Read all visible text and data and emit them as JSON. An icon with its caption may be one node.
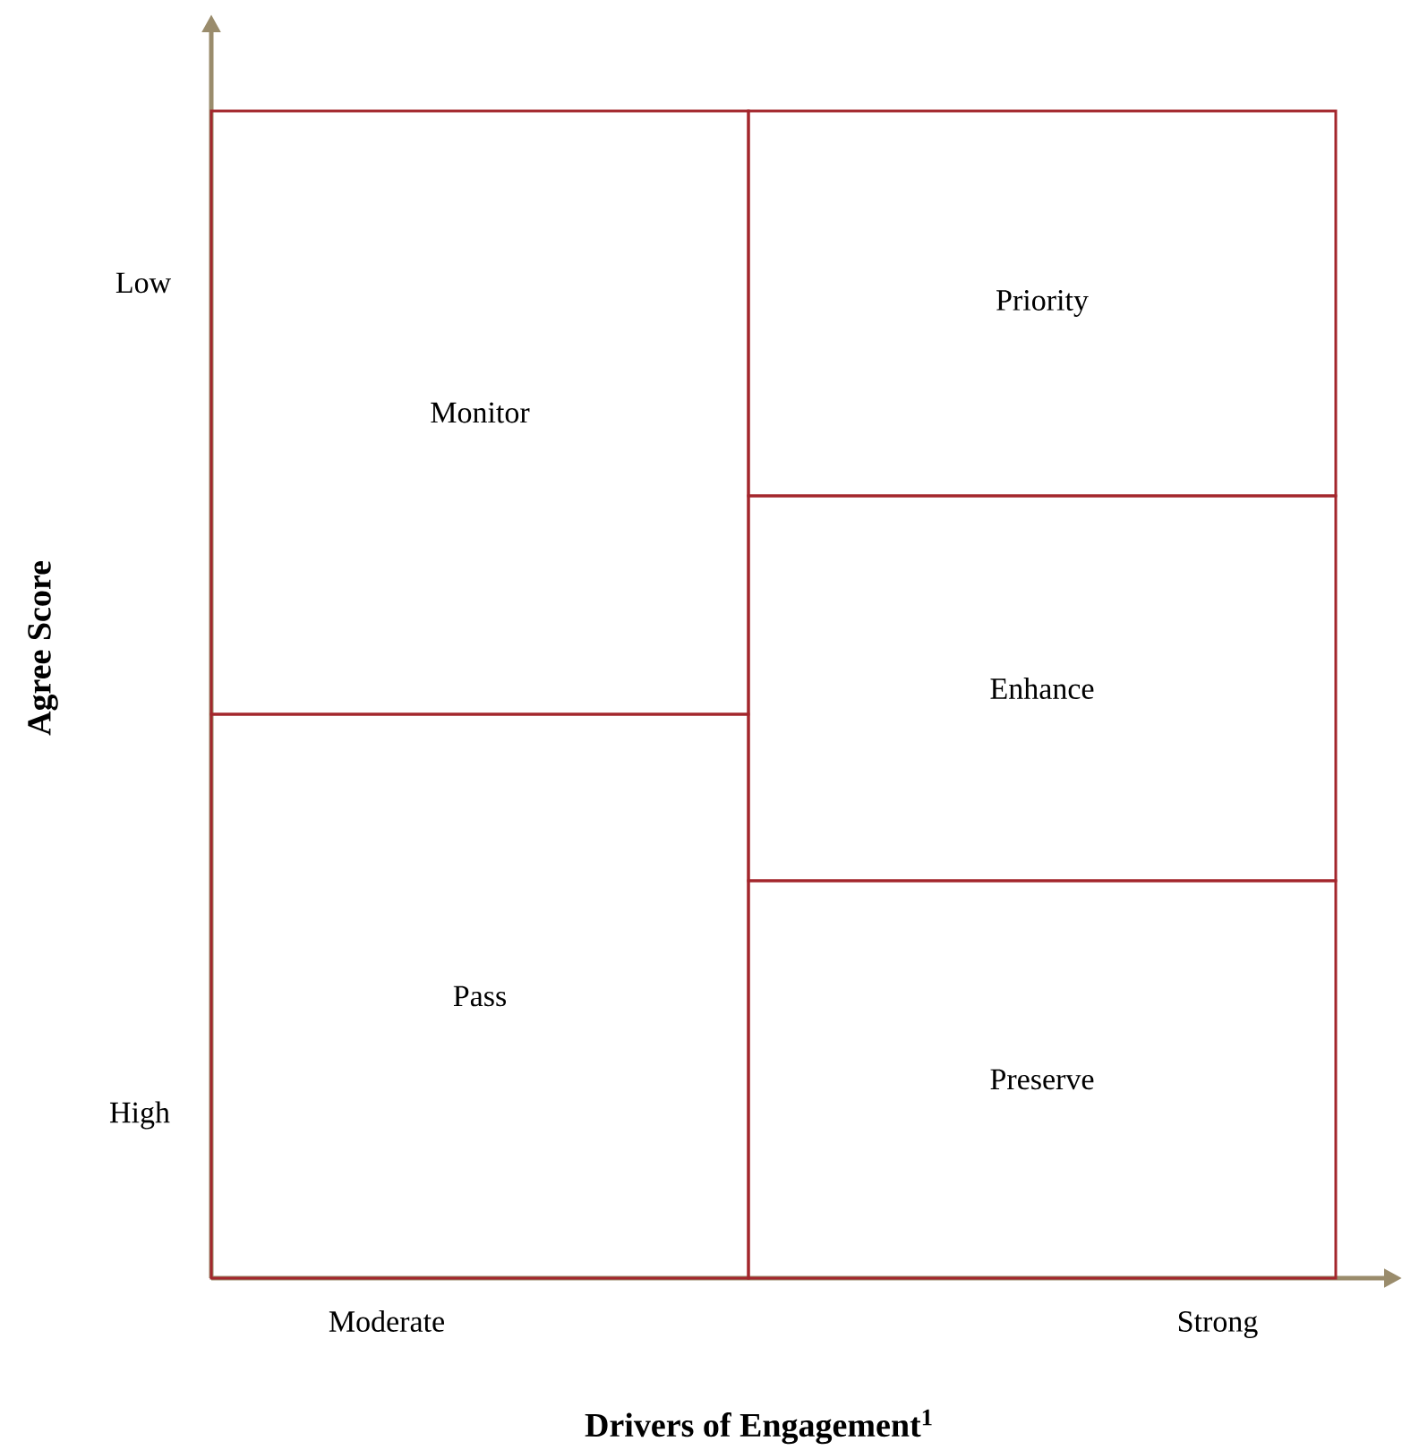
{
  "diagram": {
    "nodes": [
      {
        "text": [
          "Monitor"
        ]
      },
      {
        "text": [
          "Pass"
        ]
      },
      {
        "text": [
          "Priority"
        ]
      },
      {
        "text": [
          "Enhance"
        ]
      },
      {
        "text": [
          "Preserve"
        ]
      }
    ],
    "labels": [
      "Low",
      "High",
      "Agree Score",
      "Moderate",
      "Strong",
      "Drivers of Engagement$^{1}$"
    ]
  }
}
